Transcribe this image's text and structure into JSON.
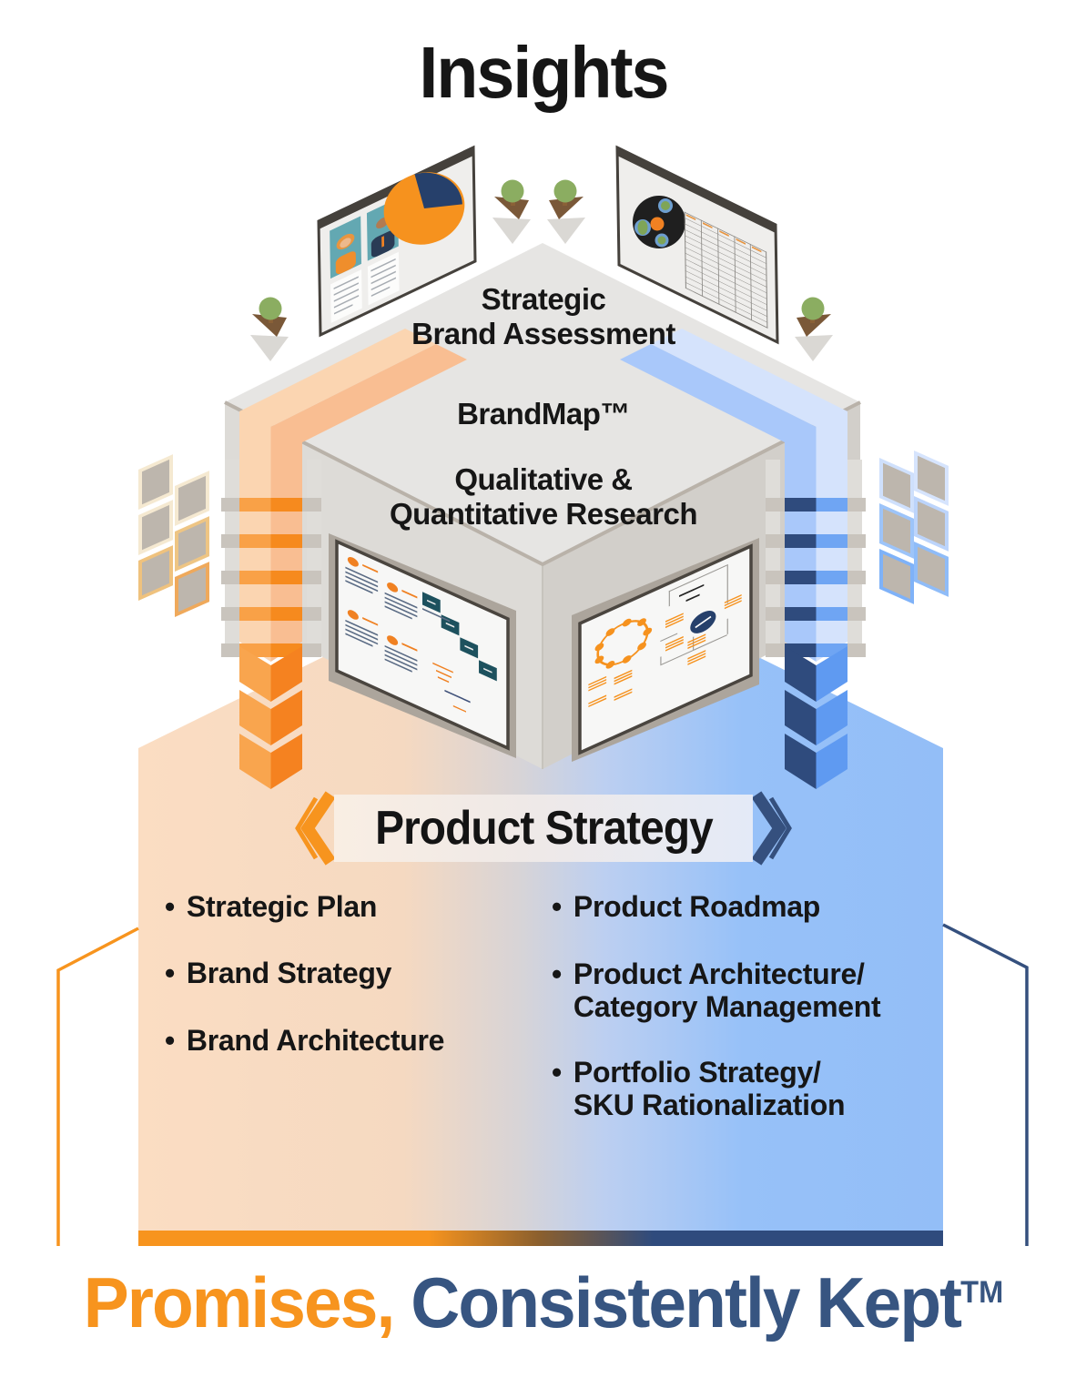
{
  "title": "Insights",
  "platform": {
    "labels": [
      "Strategic\nBrand Assessment",
      "BrandMap™",
      "Qualitative &\nQuantitative Research"
    ]
  },
  "banner": {
    "label": "Product Strategy"
  },
  "lists": {
    "bullet": "•",
    "left": [
      "Strategic Plan",
      "Brand Strategy",
      "Brand Architecture"
    ],
    "right": [
      "Product Roadmap",
      "Product Architecture/\nCategory Management",
      "Portfolio Strategy/\nSKU Rationalization"
    ]
  },
  "tagline": {
    "orange": "Promises,",
    "navy": " Consistently Kept",
    "tm": "TM"
  },
  "icons": {
    "personas-screen-icon": "presentation board with user personas and pie chart",
    "analytics-screen-icon": "presentation board with cluster map and data table",
    "documents-whiteboard-icon": "whiteboard with documents and process ribbons",
    "flowchart-whiteboard-icon": "whiteboard with network ring and org chart",
    "tree-icon": "small tree with shadow",
    "window-grid-icon": "tilted window panel grid",
    "orange-flow-arrow-icon": "orange stepped down arrow",
    "blue-flow-arrow-icon": "blue stepped down arrow"
  },
  "colors": {
    "accent_orange": "#F7941E",
    "accent_navy": "#2F4B7D",
    "peach_fill": "#FBDDC2",
    "blue_fill": "#93BEF7",
    "platform_gray": "#E6E5E3",
    "teal": "#1D515E",
    "text_black": "#161616"
  }
}
